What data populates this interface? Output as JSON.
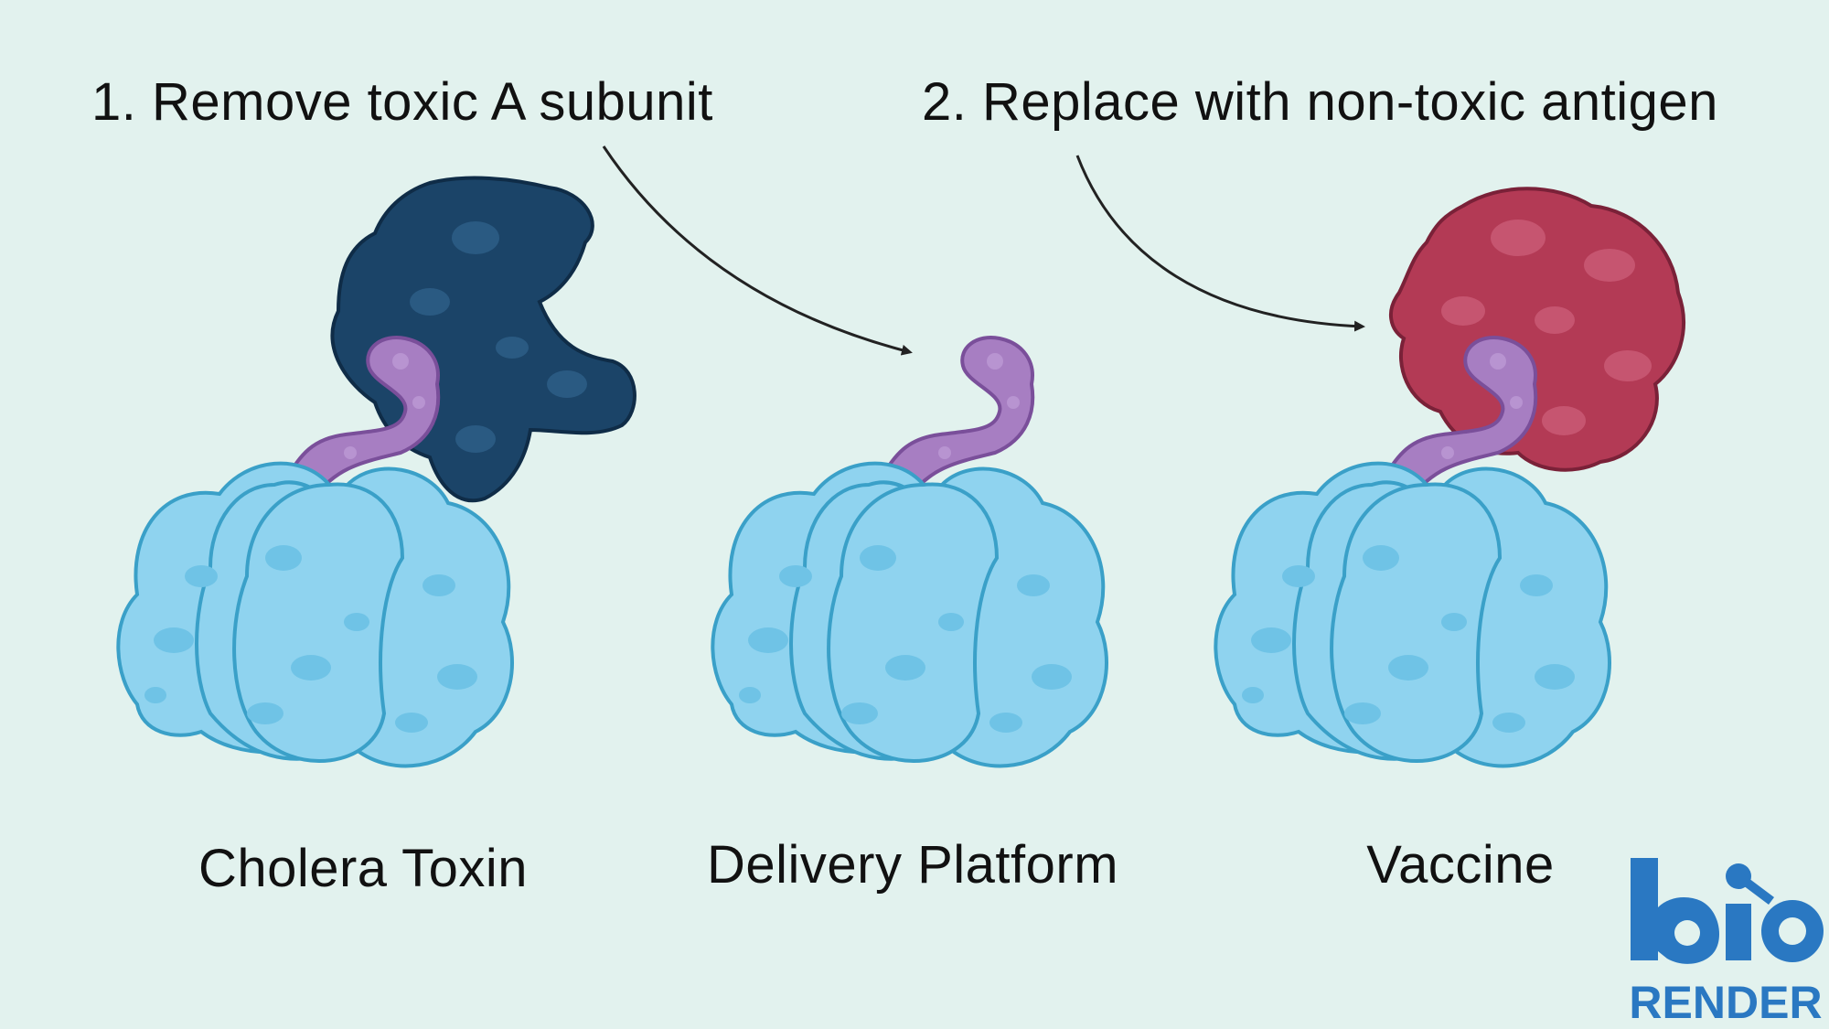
{
  "steps": [
    {
      "label": "1.  Remove toxic A subunit"
    },
    {
      "label": "2. Replace with non-toxic antigen"
    }
  ],
  "structures": [
    {
      "label": "Cholera Toxin"
    },
    {
      "label": "Delivery Platform"
    },
    {
      "label": "Vaccine"
    }
  ],
  "logo": {
    "top": "bio",
    "bottom": "RENDER"
  },
  "colors": {
    "background": "#e2f2ee",
    "b_subunit": "#8fd3ef",
    "b_subunit_dark": "#5cbbe0",
    "b_subunit_outline": "#3aa0c8",
    "a2_linker": "#a77ec2",
    "a2_linker_outline": "#7a4f9a",
    "toxic_a_subunit": "#1b4468",
    "antigen": "#b33a55",
    "logo_blue": "#2a78c2"
  }
}
